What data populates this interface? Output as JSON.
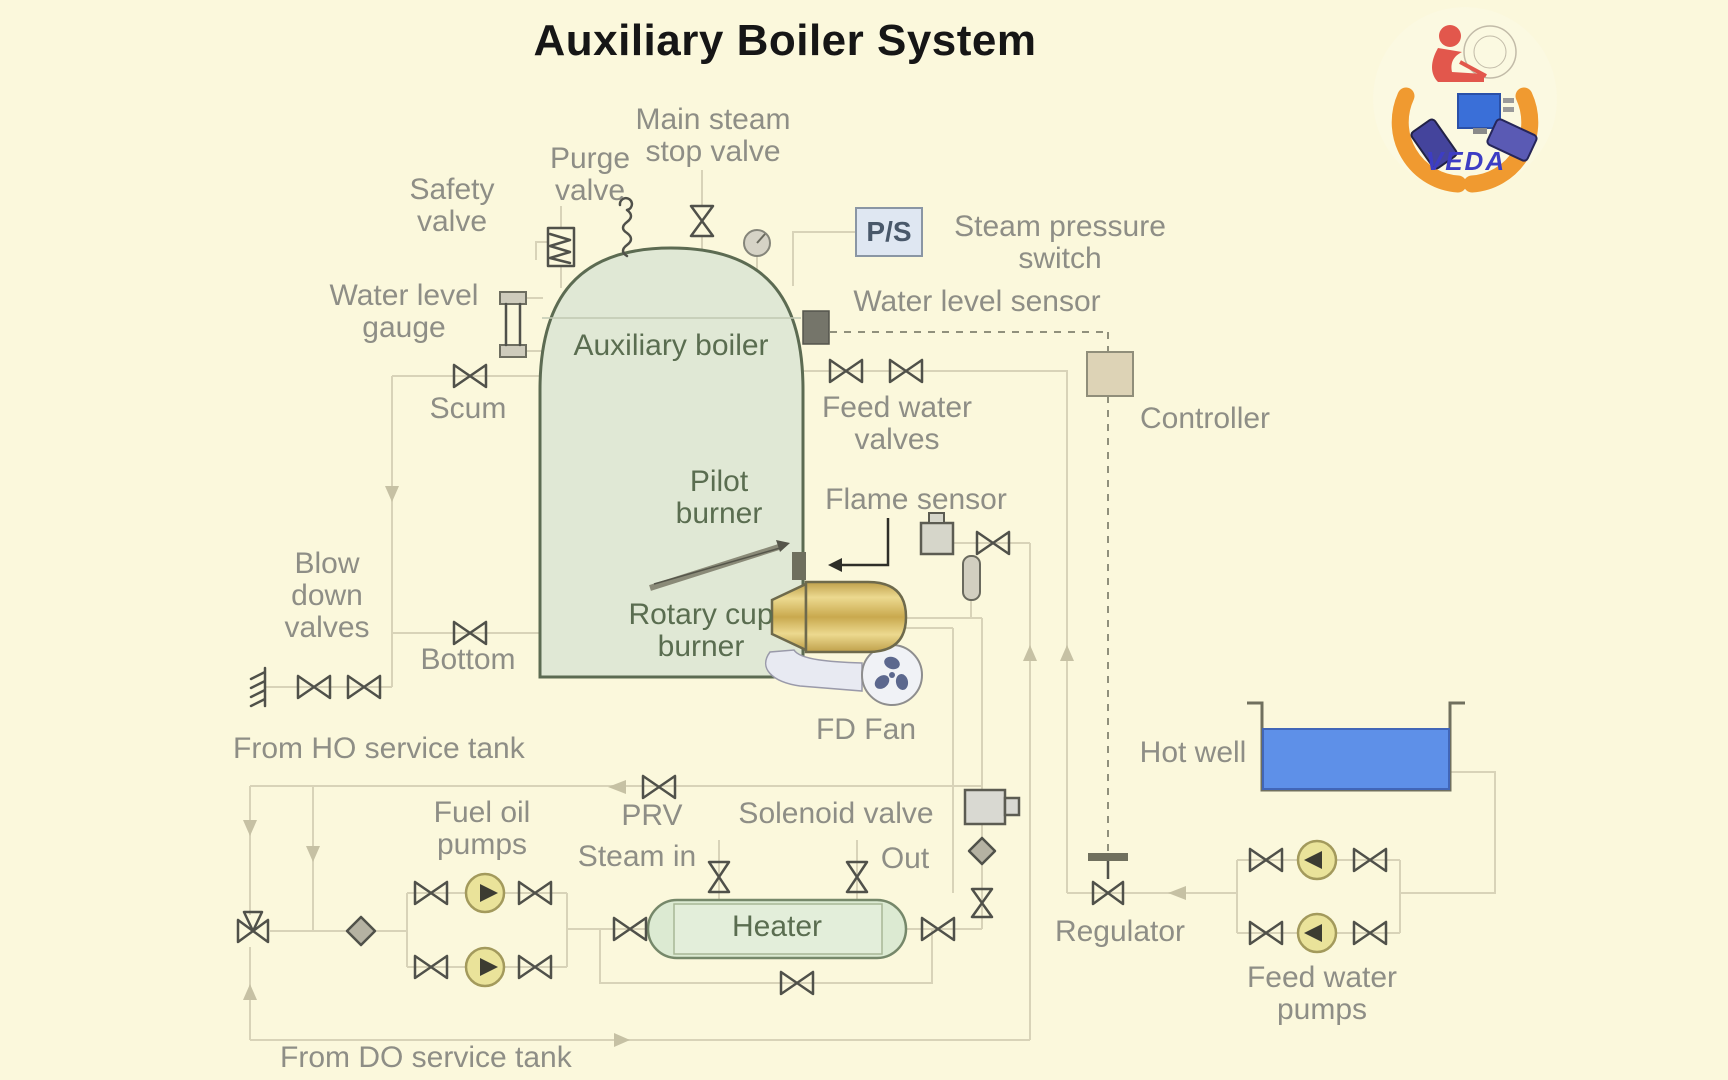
{
  "title": "Auxiliary Boiler System",
  "logo": {
    "name": "VEDA"
  },
  "labels": {
    "main_steam_stop_valve": "Main steam\nstop valve",
    "purge_valve": "Purge\nvalve",
    "safety_valve": "Safety\nvalve",
    "water_level_gauge": "Water level\ngauge",
    "scum": "Scum",
    "blow_down_valves": "Blow\ndown\nvalves",
    "bottom": "Bottom",
    "from_ho_service_tank": "From HO service tank",
    "fuel_oil_pumps": "Fuel oil\npumps",
    "prv": "PRV",
    "steam_in": "Steam in",
    "solenoid_valve": "Solenoid valve",
    "out": "Out",
    "heater": "Heater",
    "from_do_service_tank": "From DO service tank",
    "auxiliary_boiler": "Auxiliary boiler",
    "pilot_burner": "Pilot\nburner",
    "rotary_cup_burner": "Rotary cup\nburner",
    "fd_fan": "FD Fan",
    "flame_sensor": "Flame sensor",
    "feed_water_valves": "Feed water\nvalves",
    "water_level_sensor": "Water level sensor",
    "ps_switch": "P/S",
    "steam_pressure_switch": "Steam pressure\nswitch",
    "controller": "Controller",
    "hot_well": "Hot well",
    "regulator": "Regulator",
    "feed_water_pumps": "Feed water\npumps"
  },
  "colors": {
    "background": "#fbf8dc",
    "boiler_fill": "#e0e8d5",
    "boiler_border": "#5c6b52",
    "heater_fill": "#dcead2",
    "hot_well_water": "#5e90e8",
    "burner_gold": "#d9bc62",
    "pump_yellow": "#eae39a",
    "pipe_line": "#d8d3b8",
    "label_gray": "#8e8e86",
    "green_text": "#5a6d50",
    "ps_box_fill": "#dfe7f2",
    "controller_fill": "#ddd3b6",
    "logo_orange": "#f09a30",
    "logo_red": "#e2574c",
    "logo_blue": "#3a6fd8"
  }
}
